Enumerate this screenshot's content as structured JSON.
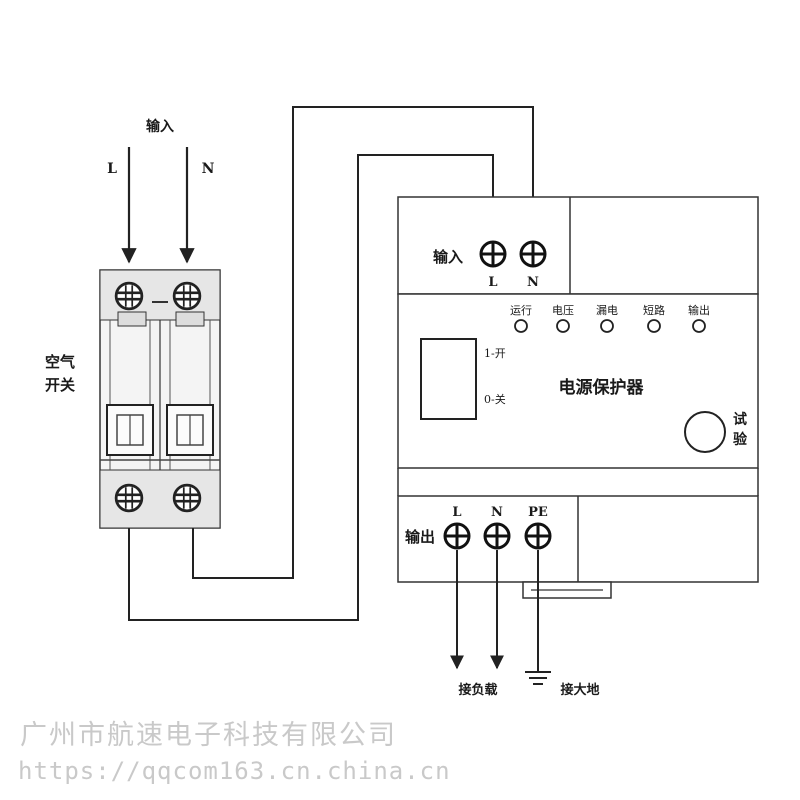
{
  "breaker": {
    "input_label": "输入",
    "terminal_l": "L",
    "terminal_n": "N",
    "name_line1": "空气",
    "name_line2": "开关"
  },
  "protector": {
    "input_label": "输入",
    "input_l": "L",
    "input_n": "N",
    "indicators": [
      "运行",
      "电压",
      "漏电",
      "短路",
      "输出"
    ],
    "switch_on": "1-开",
    "switch_off": "0-关",
    "title": "电源保护器",
    "test_line1": "试",
    "test_line2": "验",
    "output_label": "输出",
    "output_l": "L",
    "output_n": "N",
    "output_pe": "PE"
  },
  "outputs": {
    "load": "接负载",
    "ground": "接大地"
  },
  "watermark": {
    "company": "广州市航速电子科技有限公司",
    "url": "https://qqcom163.cn.china.cn"
  }
}
